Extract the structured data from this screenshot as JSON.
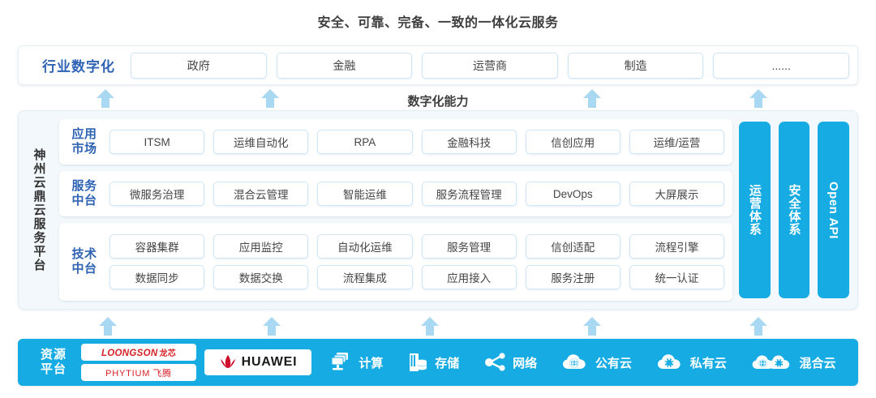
{
  "title": "安全、可靠、完备、一致的一体化云服务",
  "capability_label": "数字化能力",
  "accent_blue": "#16ace3",
  "label_blue": "#2f63b4",
  "chip_border": "#cfe6f7",
  "industry": {
    "label": "行业数字化",
    "items": [
      "政府",
      "金融",
      "运营商",
      "制造",
      "......"
    ]
  },
  "platform": {
    "vertical_label": "神州云鼎云服务平台",
    "rows": [
      {
        "label": "应用市场",
        "label_line1": "应用",
        "label_line2": "市场",
        "lines": [
          [
            "ITSM",
            "运维自动化",
            "RPA",
            "金融科技",
            "信创应用",
            "运维/运营"
          ]
        ]
      },
      {
        "label": "服务中台",
        "label_line1": "服务",
        "label_line2": "中台",
        "lines": [
          [
            "微服务治理",
            "混合云管理",
            "智能运维",
            "服务流程管理",
            "DevOps",
            "大屏展示"
          ]
        ]
      },
      {
        "label": "技术中台",
        "label_line1": "技术",
        "label_line2": "中台",
        "lines": [
          [
            "容器集群",
            "应用监控",
            "自动化运维",
            "服务管理",
            "信创适配",
            "流程引擎"
          ],
          [
            "数据同步",
            "数据交换",
            "流程集成",
            "应用接入",
            "服务注册",
            "统一认证"
          ]
        ]
      }
    ],
    "pillars": [
      {
        "text": "运营体系",
        "orientation": "cn"
      },
      {
        "text": "安全体系",
        "orientation": "cn"
      },
      {
        "text": "Open API",
        "orientation": "en"
      }
    ]
  },
  "resource": {
    "label_line1": "资源",
    "label_line2": "平台",
    "logos": [
      {
        "name": "loongson-logo",
        "text": "LOONGSON",
        "cn": "龙芯"
      },
      {
        "name": "phytium-logo",
        "text": "PHYTIUM",
        "cn": "飞腾"
      },
      {
        "name": "huawei-logo",
        "text": "HUAWEI"
      }
    ],
    "items": [
      {
        "label": "计算",
        "icon": "servers-icon"
      },
      {
        "label": "存储",
        "icon": "storage-icon"
      },
      {
        "label": "网络",
        "icon": "network-icon"
      },
      {
        "label": "公有云",
        "icon": "public-cloud-icon"
      },
      {
        "label": "私有云",
        "icon": "private-cloud-icon"
      },
      {
        "label": "混合云",
        "icon": "hybrid-cloud-icon"
      }
    ]
  },
  "arrows": {
    "upper": [
      130,
      333,
      730,
      935
    ],
    "lower": [
      133,
      335,
      530,
      730,
      935
    ]
  }
}
